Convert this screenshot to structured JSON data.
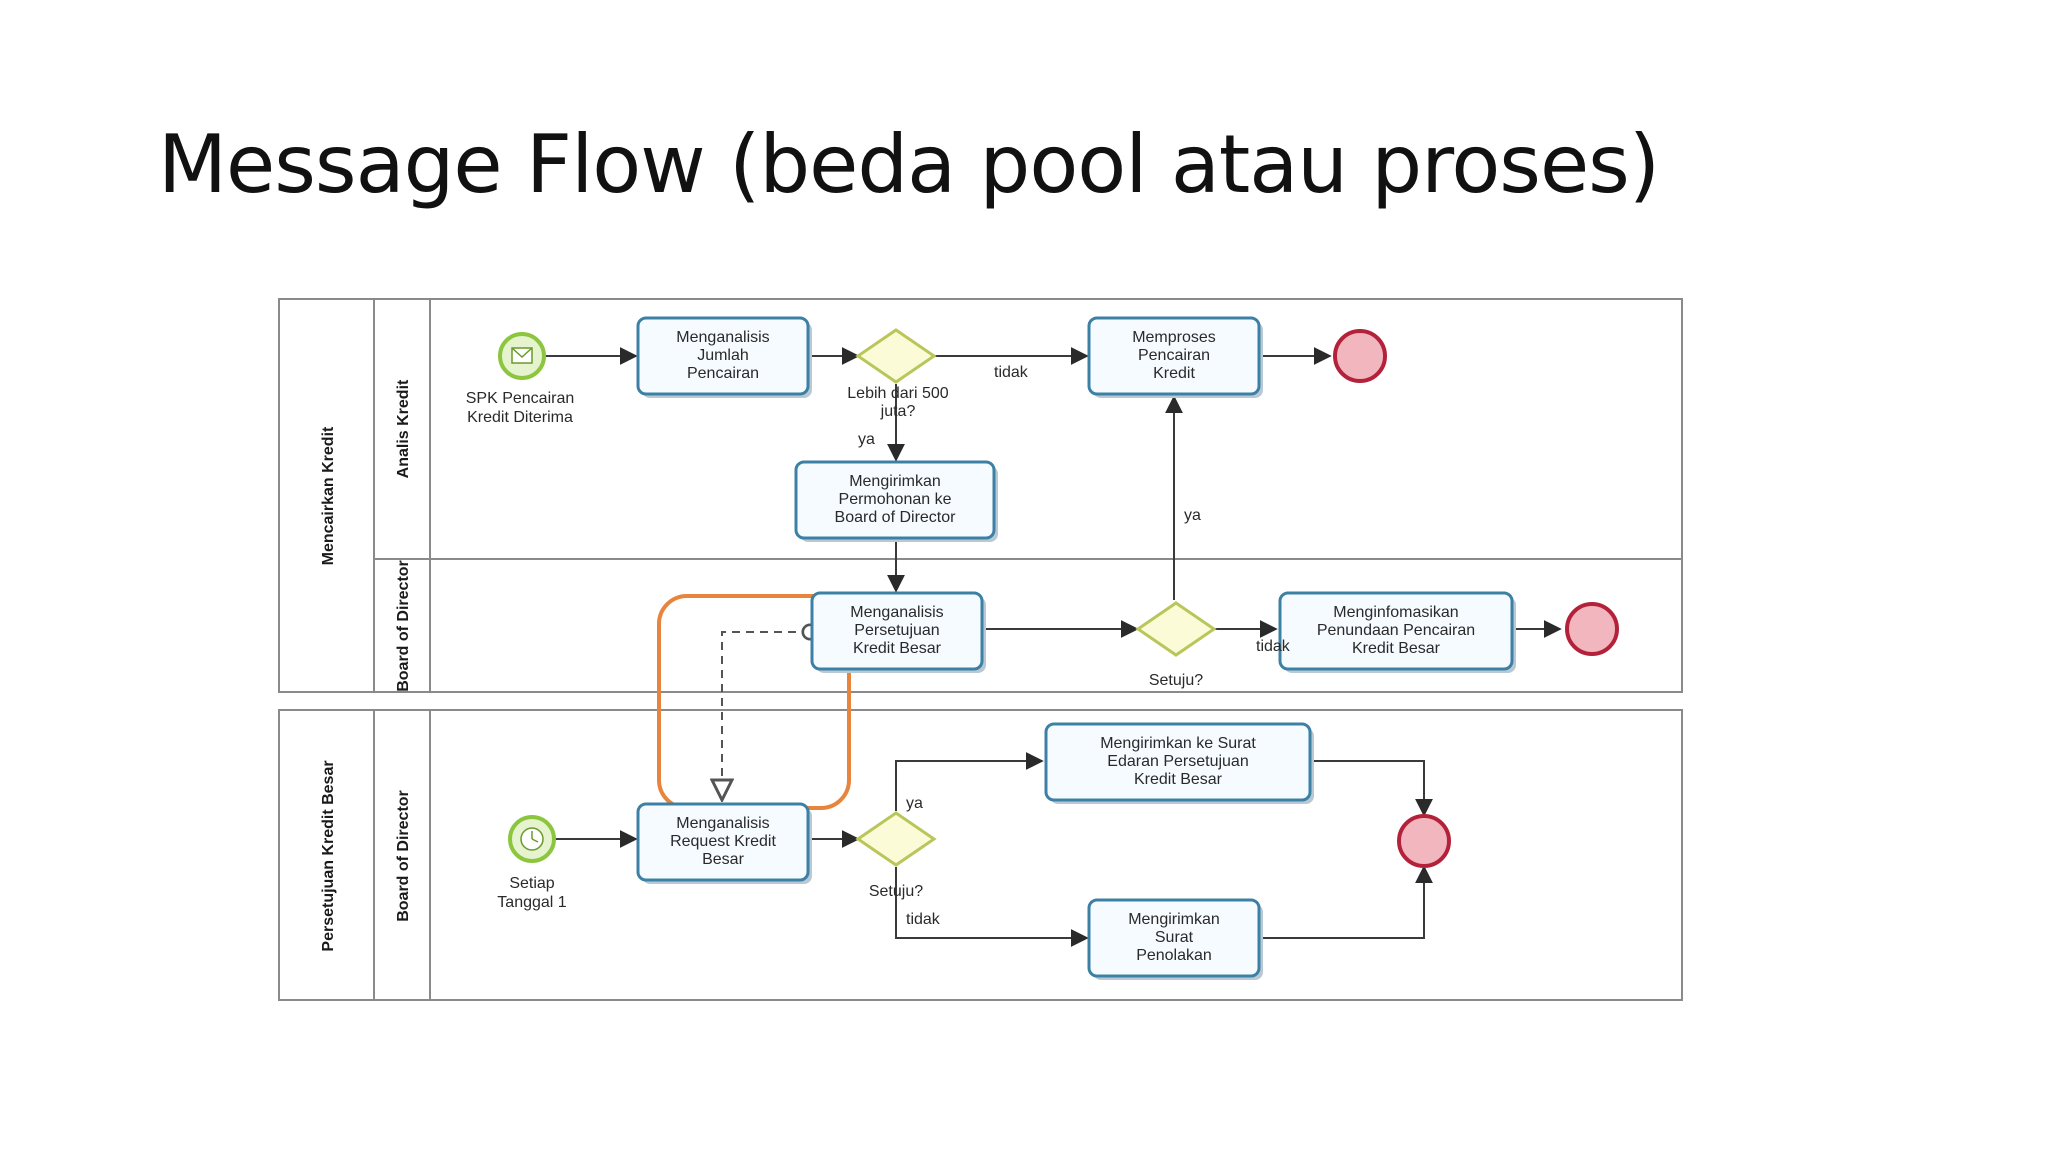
{
  "slide": {
    "title": "Message Flow (beda pool atau proses)"
  },
  "pools": {
    "mencairkan_kredit": {
      "name": "Mencairkan Kredit",
      "lanes": [
        "Analis Kredit",
        "Board of Director"
      ]
    },
    "persetujuan_kredit_besar": {
      "name": "Persetujuan Kredit Besar",
      "lanes": [
        "Board of Director"
      ]
    }
  },
  "tasks": {
    "menganalisis_jumlah": [
      "Menganalisis",
      "Jumlah",
      "Pencairan"
    ],
    "memproses_pencairan": [
      "Memproses",
      "Pencairan",
      "Kredit"
    ],
    "mengirimkan_permohonan": [
      "Mengirimkan",
      "Permohonan ke",
      "Board of Director"
    ],
    "menganalisis_persetujuan": [
      "Menganalisis",
      "Persetujuan",
      "Kredit Besar"
    ],
    "menginformasikan_penundaan": [
      "Menginfomasikan",
      "Penundaan Pencairan",
      "Kredit Besar"
    ],
    "mengirimkan_surat_edaran": [
      "Mengirimkan ke Surat",
      "Edaran Persetujuan",
      "Kredit Besar"
    ],
    "menganalisis_request": [
      "Menganalisis",
      "Request Kredit",
      "Besar"
    ],
    "mengirimkan_surat_penolakan": [
      "Mengirimkan",
      "Surat",
      "Penolakan"
    ]
  },
  "events": {
    "start_message": [
      "SPK Pencairan",
      "Kredit Diterima"
    ],
    "start_timer": [
      "Setiap",
      "Tanggal 1"
    ]
  },
  "gateways": {
    "lebih_500": [
      "Lebih dari 500",
      "juta?"
    ],
    "setuju_1": "Setuju?",
    "setuju_2": "Setuju?"
  },
  "flow_labels": {
    "tidak_1": "tidak",
    "ya_1": "ya",
    "ya_2": "ya",
    "tidak_2": "tidak",
    "ya_3": "ya",
    "tidak_3": "tidak"
  },
  "colors": {
    "highlight": "#e8843c",
    "task_border": "#3d80a6",
    "start_event": "#8cc63f",
    "end_event": "#b3223a",
    "gateway": "#b9c65a"
  }
}
